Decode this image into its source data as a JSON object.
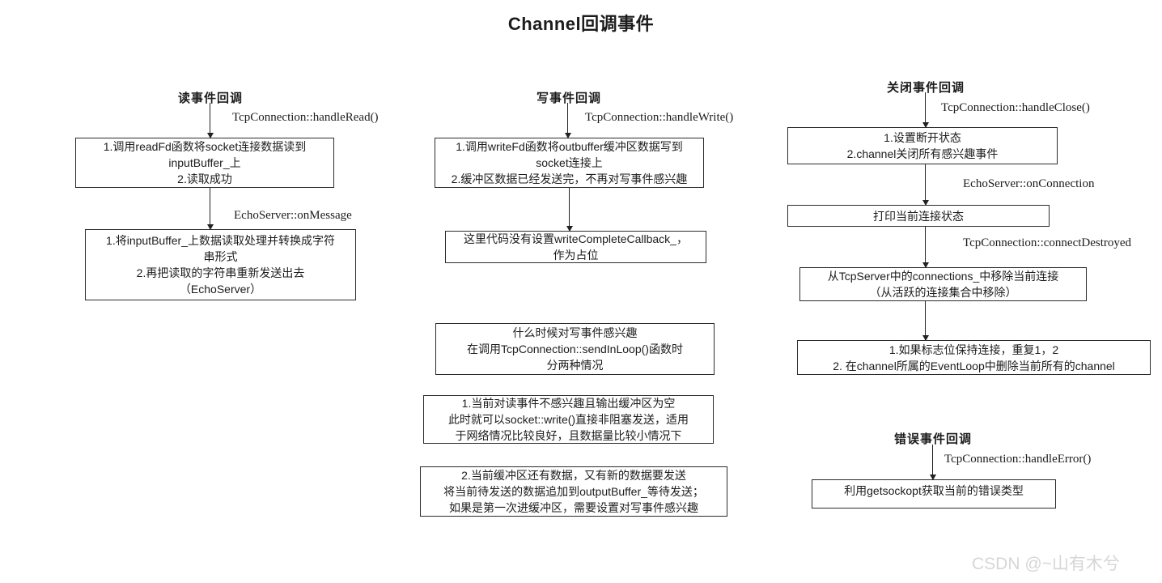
{
  "title": "Channel回调事件",
  "watermark": "CSDN @~山有木兮",
  "read": {
    "heading": "读事件回调",
    "label1": "TcpConnection::handleRead()",
    "box1": {
      "lines": [
        "1.调用readFd函数将socket连接数据读到",
        "inputBuffer_上",
        "2.读取成功"
      ]
    },
    "label2": "EchoServer::onMessage",
    "box2": {
      "lines": [
        "1.将inputBuffer_上数据读取处理并转换成字符",
        "串形式",
        "2.再把读取的字符串重新发送出去",
        "（EchoServer）"
      ]
    }
  },
  "write": {
    "heading": "写事件回调",
    "label1": "TcpConnection::handleWrite()",
    "box1": {
      "lines": [
        "1.调用writeFd函数将outbuffer缓冲区数据写到",
        "socket连接上",
        "2.缓冲区数据已经发送完，不再对写事件感兴趣"
      ]
    },
    "box2": {
      "lines": [
        "这里代码没有设置writeCompleteCallback_，",
        "作为占位"
      ]
    },
    "box3": {
      "lines": [
        "什么时候对写事件感兴趣",
        "在调用TcpConnection::sendInLoop()函数时",
        "分两种情况"
      ]
    },
    "box4": {
      "lines": [
        "1.当前对读事件不感兴趣且输出缓冲区为空",
        "此时就可以socket::write()直接非阻塞发送，适用",
        "于网络情况比较良好，且数据量比较小情况下"
      ]
    },
    "box5": {
      "lines": [
        "2.当前缓冲区还有数据，又有新的数据要发送",
        "将当前待发送的数据追加到outputBuffer_等待发送；",
        "如果是第一次进缓冲区，需要设置对写事件感兴趣"
      ]
    }
  },
  "close": {
    "heading": "关闭事件回调",
    "label1": "TcpConnection::handleClose()",
    "box1": {
      "lines": [
        "1.设置断开状态",
        "2.channel关闭所有感兴趣事件"
      ]
    },
    "label2": "EchoServer::onConnection",
    "box2": {
      "lines": [
        "打印当前连接状态"
      ]
    },
    "label3": "TcpConnection::connectDestroyed",
    "box3": {
      "lines": [
        "从TcpServer中的connections_中移除当前连接",
        "（从活跃的连接集合中移除）"
      ]
    },
    "box4": {
      "lines": [
        "1.如果标志位保持连接，重复1，2",
        "2. 在channel所属的EventLoop中删除当前所有的channel"
      ]
    }
  },
  "error": {
    "heading": "错误事件回调",
    "label1": "TcpConnection::handleError()",
    "box1": {
      "lines": [
        "利用getsockopt获取当前的错误类型"
      ]
    }
  }
}
